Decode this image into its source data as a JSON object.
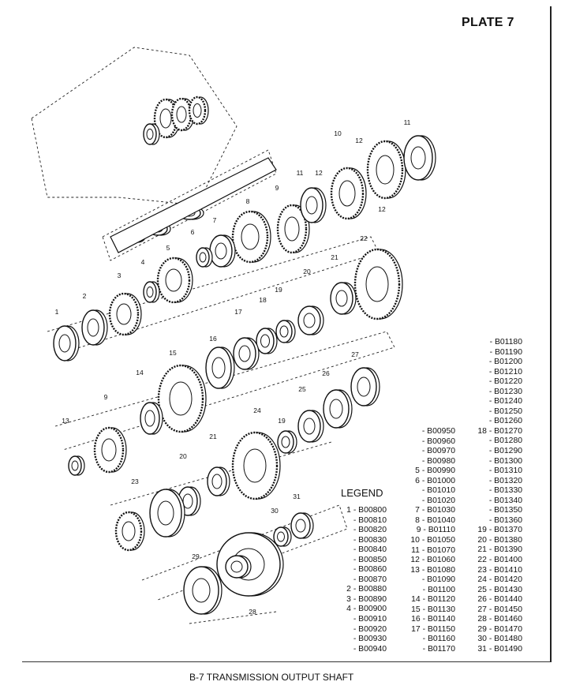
{
  "plate_label": "PLATE 7",
  "caption": "B-7 TRANSMISSION OUTPUT SHAFT",
  "legend": {
    "title": "LEGEND",
    "columns": [
      [
        "1 - B00800",
        "- B00810",
        "- B00820",
        "- B00830",
        "- B00840",
        "- B00850",
        "- B00860",
        "- B00870",
        "2 - B00880",
        "3 - B00890",
        "4 - B00900",
        "- B00910",
        "- B00920",
        "- B00930",
        "- B00940"
      ],
      [
        "- B00950",
        "- B00960",
        "- B00970",
        "- B00980",
        "5 - B00990",
        "6 - B01000",
        "- B01010",
        "- B01020",
        "7 - B01030",
        "8 - B01040",
        "9 - B01110",
        "10 - B01050",
        "11 - B01070",
        "12 - B01060",
        "13 - B01080",
        "- B01090",
        "- B01100",
        "14 - B01120",
        "15 - B01130",
        "16 - B01140",
        "17 - B01150",
        "- B01160",
        "- B01170"
      ],
      [
        "- B01180",
        "- B01190",
        "- B01200",
        "- B01210",
        "- B01220",
        "- B01230",
        "- B01240",
        "- B01250",
        "- B01260",
        "18 - B01270",
        "- B01280",
        "- B01290",
        "- B01300",
        "- B01310",
        "- B01320",
        "- B01330",
        "- B01340",
        "- B01350",
        "- B01360",
        "19 - B01370",
        "20 - B01380",
        "21 - B01390",
        "22 - B01400",
        "23 - B01410",
        "24 - B01420",
        "25 - B01430",
        "26 - B01440",
        "27 - B01450",
        "28 - B01460",
        "29 - B01470",
        "30 - B01480",
        "31 - B01490"
      ]
    ]
  },
  "callouts": [
    "1",
    "2",
    "3",
    "4",
    "5",
    "6",
    "7",
    "8",
    "9",
    "10",
    "11",
    "12",
    "12",
    "11",
    "12",
    "13",
    "9",
    "14",
    "15",
    "16",
    "17",
    "18",
    "19",
    "20",
    "21",
    "22",
    "19",
    "24",
    "25",
    "26",
    "27",
    "23",
    "20",
    "21",
    "30",
    "31",
    "29",
    "28"
  ]
}
